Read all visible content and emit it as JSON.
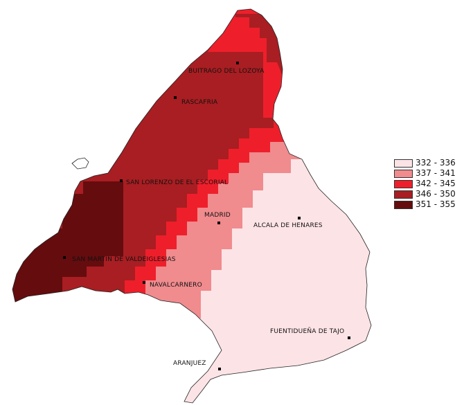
{
  "legend": {
    "classes": [
      {
        "label": "332 - 336",
        "color": "#fce3e6"
      },
      {
        "label": "337 - 341",
        "color": "#f08b8e"
      },
      {
        "label": "342 - 345",
        "color": "#ee1f2b"
      },
      {
        "label": "346 - 350",
        "color": "#a81e22"
      },
      {
        "label": "351 - 355",
        "color": "#650c0e"
      }
    ]
  },
  "towns": [
    {
      "name": "BUITRAGO DEL LOZOYA"
    },
    {
      "name": "RASCAFRIA"
    },
    {
      "name": "SAN LORENZO DE EL ESCORIAL"
    },
    {
      "name": "MADRID"
    },
    {
      "name": "ALCALA DE HENARES"
    },
    {
      "name": "SAN MARTIN DE VALDEIGLESIAS"
    },
    {
      "name": "NAVALCARNERO"
    },
    {
      "name": "FUENTIDUEÑA DE TAJO"
    },
    {
      "name": "ARANJUEZ"
    }
  ]
}
